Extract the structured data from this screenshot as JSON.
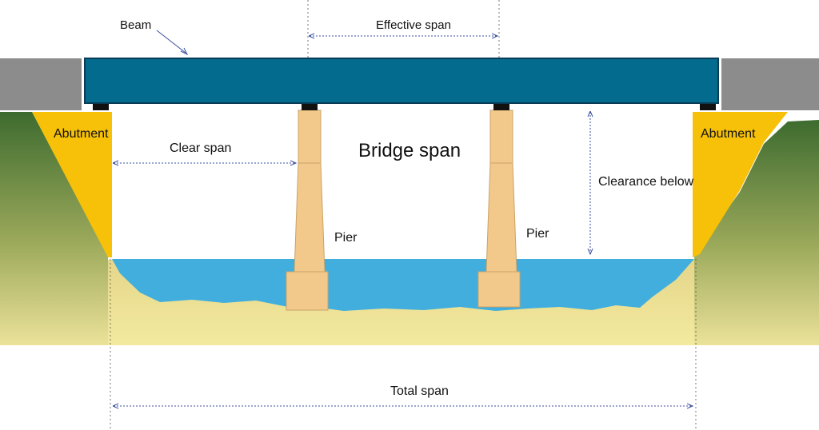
{
  "labels": {
    "beam": "Beam",
    "effective_span": "Effective span",
    "clear_span": "Clear span",
    "bridge_span": "Bridge span",
    "clearance_below": "Clearance below",
    "abutment_left": "Abutment",
    "abutment_right": "Abutment",
    "pier_left": "Pier",
    "pier_right": "Pier",
    "total_span": "Total span"
  },
  "colors": {
    "beam": "#036b8e",
    "beam_edge": "#0a3d55",
    "road_approach": "#8c8c8c",
    "abutment": "#f6c108",
    "pier": "#f2c98a",
    "water": "#41aede",
    "riverbed": "#ecdf96",
    "bank_dark": "#3d6b2f",
    "bank_light": "#d8d68c",
    "bearing": "#111111",
    "dimension_line": "#3a4ea0"
  }
}
